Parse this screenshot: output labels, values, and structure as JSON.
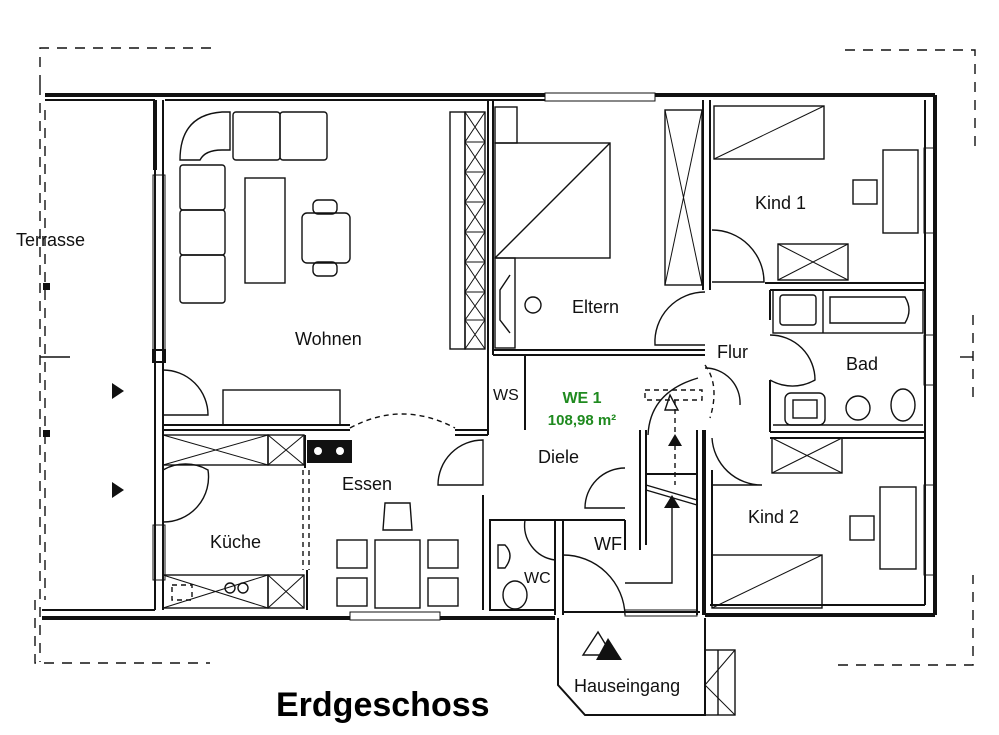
{
  "plan": {
    "title": "Erdgeschoss",
    "unit": {
      "name": "WE 1",
      "area": "108,98 m²",
      "color": "#1f8a1f"
    },
    "rooms": {
      "terrasse": "Terrasse",
      "wohnen": "Wohnen",
      "eltern": "Eltern",
      "kind1": "Kind 1",
      "flur": "Flur",
      "bad": "Bad",
      "ws": "WS",
      "diele": "Diele",
      "essen": "Essen",
      "kueche": "Küche",
      "wf": "WF",
      "wc": "WC",
      "kind2": "Kind 2",
      "hauseingang": "Hauseingang"
    }
  }
}
